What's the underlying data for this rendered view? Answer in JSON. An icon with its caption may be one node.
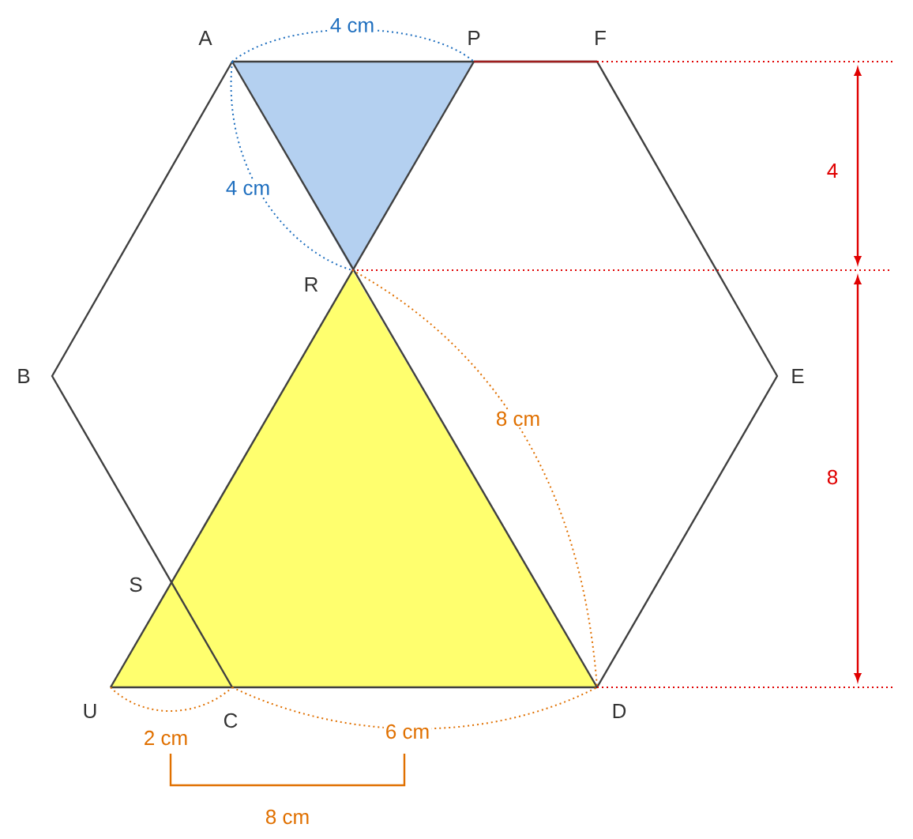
{
  "diagram": {
    "labels": [
      "A",
      "4 cm",
      "P",
      "F",
      "4 cm",
      "4",
      "R",
      "B",
      "E",
      "8 cm",
      "8",
      "S",
      "U",
      "C",
      "D",
      "2 cm",
      "6 cm",
      "8 cm"
    ]
  }
}
